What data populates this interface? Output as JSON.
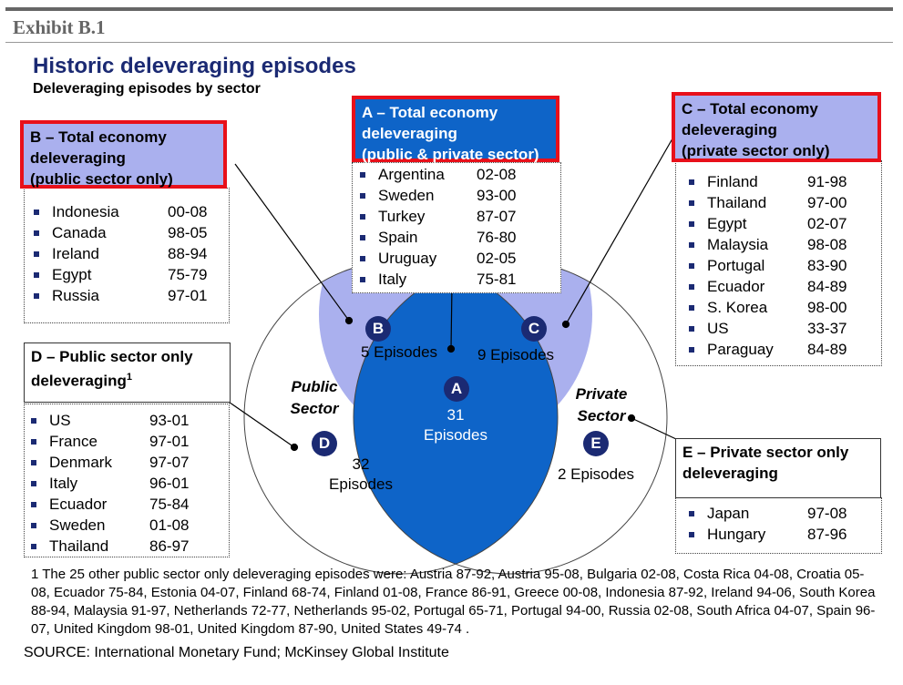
{
  "exhibit": "Exhibit B.1",
  "title": "Historic deleveraging episodes",
  "subtitle": "Deleveraging episodes by sector",
  "colors": {
    "title": "#1b2a73",
    "lavender": "#aab0ee",
    "overlap_blue": "#0e64c8",
    "marker_navy": "#1b2a73",
    "highlight_red": "#e8101a"
  },
  "venn": {
    "public_sector_label": [
      "Public",
      "Sector"
    ],
    "private_sector_label": [
      "Private",
      "Sector"
    ],
    "markers": {
      "A": "A",
      "B": "B",
      "C": "C",
      "D": "D",
      "E": "E"
    },
    "B_count": "5 Episodes",
    "C_count": "9 Episodes",
    "A_count": [
      "31",
      "Episodes"
    ],
    "D_count": [
      "32",
      "Episodes"
    ],
    "E_count": "2 Episodes"
  },
  "boxes": {
    "A": {
      "header": [
        "A – Total economy",
        "deleveraging",
        "(public & private sector)"
      ],
      "items": [
        [
          "Argentina",
          "02-08"
        ],
        [
          "Sweden",
          "93-00"
        ],
        [
          "Turkey",
          "87-07"
        ],
        [
          "Spain",
          "76-80"
        ],
        [
          "Uruguay",
          "02-05"
        ],
        [
          "Italy",
          "75-81"
        ]
      ]
    },
    "B": {
      "header": [
        "B – Total economy",
        "deleveraging",
        "(public sector only)"
      ],
      "items": [
        [
          "Indonesia",
          "00-08"
        ],
        [
          "Canada",
          "98-05"
        ],
        [
          "Ireland",
          "88-94"
        ],
        [
          "Egypt",
          "75-79"
        ],
        [
          "Russia",
          "97-01"
        ]
      ]
    },
    "C": {
      "header": [
        "C – Total economy",
        "deleveraging",
        "(private sector only)"
      ],
      "items": [
        [
          "Finland",
          "91-98"
        ],
        [
          "Thailand",
          "97-00"
        ],
        [
          "Egypt",
          "02-07"
        ],
        [
          "Malaysia",
          "98-08"
        ],
        [
          "Portugal",
          "83-90"
        ],
        [
          "Ecuador",
          "84-89"
        ],
        [
          "S. Korea",
          "98-00"
        ],
        [
          "US",
          "33-37"
        ],
        [
          "Paraguay",
          "84-89"
        ]
      ]
    },
    "D": {
      "header": [
        "D – Public sector only",
        "deleveraging"
      ],
      "sup": "1",
      "items": [
        [
          "US",
          "93-01"
        ],
        [
          "France",
          "97-01"
        ],
        [
          "Denmark",
          "97-07"
        ],
        [
          "Italy",
          "96-01"
        ],
        [
          "Ecuador",
          "75-84"
        ],
        [
          "Sweden",
          "01-08"
        ],
        [
          "Thailand",
          "86-97"
        ]
      ]
    },
    "E": {
      "header": [
        "E – Private sector only",
        "deleveraging"
      ],
      "items": [
        [
          "Japan",
          "97-08"
        ],
        [
          "Hungary",
          "87-96"
        ]
      ]
    }
  },
  "footnote": "1 The 25 other public sector only deleveraging episodes were: Austria 87-92, Austria 95-08, Bulgaria 02-08, Costa Rica 04-08, Croatia 05-08, Ecuador 75-84, Estonia 04-07, Finland 68-74, Finland 01-08, France 86-91, Greece 00-08, Indonesia 87-92, Ireland 94-06, South Korea 88-94, Malaysia 91-97, Netherlands 72-77, Netherlands 95-02, Portugal 65-71, Portugal 94-00, Russia 02-08, South Africa 04-07, Spain 96-07, United Kingdom 98-01, United Kingdom 87-90, United States 49-74 .",
  "source": "SOURCE: International Monetary Fund; McKinsey Global Institute"
}
